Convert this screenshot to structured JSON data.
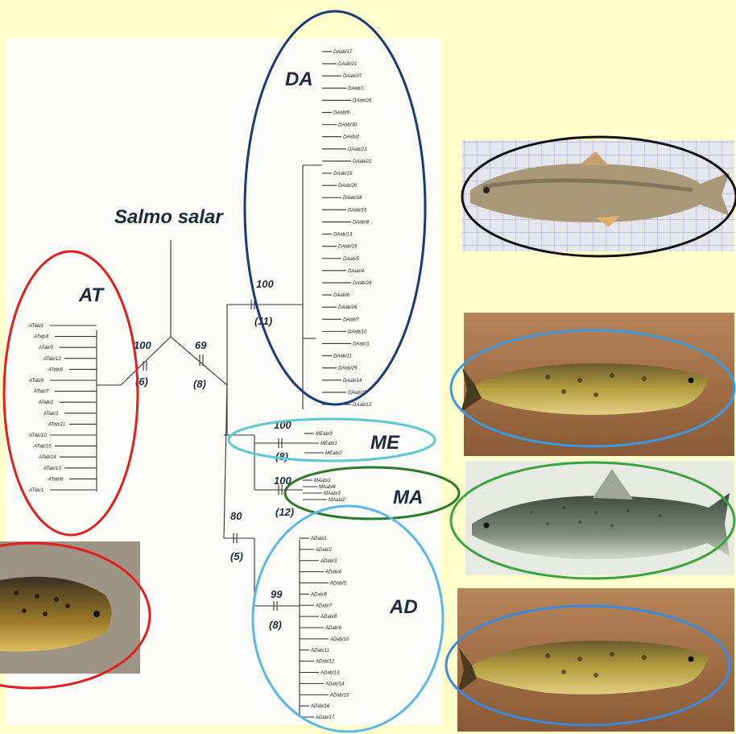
{
  "title": "Salmo salar",
  "clades": [
    {
      "label": "AT",
      "bootstrap": "100",
      "count": "(6)"
    },
    {
      "label": "DA",
      "bootstrap": "100",
      "count": "(11)"
    },
    {
      "label": "ME",
      "bootstrap": "100",
      "count": "(8)"
    },
    {
      "label": "MA",
      "bootstrap": "100",
      "count": "(12)"
    },
    {
      "label": "AD",
      "bootstrap": "99",
      "count": "(8)"
    }
  ],
  "node_labels": [
    {
      "bootstrap": "69",
      "count": "(8)"
    },
    {
      "bootstrap": "80",
      "count": "(5)"
    }
  ],
  "leaves": {
    "AT": [
      "ATab/1",
      "ATab/4",
      "ATab/5",
      "ATab/12",
      "ATab/6",
      "ATab/9",
      "ATab/7",
      "ATab/2",
      "ATab/3",
      "ATab/11",
      "ATab/10",
      "ATab/15",
      "ATab/14",
      "ATab/13",
      "ATab/8",
      "ATab/1"
    ],
    "DA": [
      "DAab/17",
      "DAab/21",
      "DAab/27",
      "DAab/1",
      "DAab/24",
      "DAab/9",
      "DAab/30",
      "DAab/2",
      "DAab/23",
      "DAab/22",
      "DAab/19",
      "DAab/20",
      "DAab/18",
      "DAab/16",
      "DAab/8",
      "DAab/13",
      "DAab/15",
      "DAab/5",
      "DAab/4",
      "DAab/28",
      "DAab/6",
      "DAab/26",
      "DAab/7",
      "DAab/10",
      "DAab/3",
      "DAab/11",
      "DAab/29",
      "DAab/14",
      "DAab/25",
      "DAab/12"
    ],
    "ME": [
      "MEab/3",
      "MEab/1",
      "MEab/2"
    ],
    "MA": [
      "MAab/1",
      "MAab/4",
      "MAab/3",
      "MAab/2"
    ],
    "AD": [
      "ADab/1",
      "ADab/2",
      "ADab/3",
      "ADab/4",
      "ADab/5",
      "ADab/6",
      "ADab/7",
      "ADab/8",
      "ADab/9",
      "ADab/10",
      "ADab/11",
      "ADab/12",
      "ADab/13",
      "ADab/14",
      "ADab/15",
      "ADab/16",
      "ADab/17"
    ]
  },
  "photos": [
    {
      "name": "da-fish-photo",
      "ellipse_color": "#111111"
    },
    {
      "name": "ad-fish-photo-1",
      "ellipse_color": "#3a9ae0"
    },
    {
      "name": "ma-fish-photo",
      "ellipse_color": "#3aa43a"
    },
    {
      "name": "ad-fish-photo-2",
      "ellipse_color": "#3a8ae0"
    },
    {
      "name": "at-fish-photo",
      "ellipse_color": "#e02020"
    }
  ],
  "colors": {
    "background": "#ffffcc",
    "AT": "#e02020",
    "DA": "#1a3a7a",
    "ME": "#5ecad0",
    "MA": "#2a7a2a",
    "AD": "#5ab8e8"
  }
}
